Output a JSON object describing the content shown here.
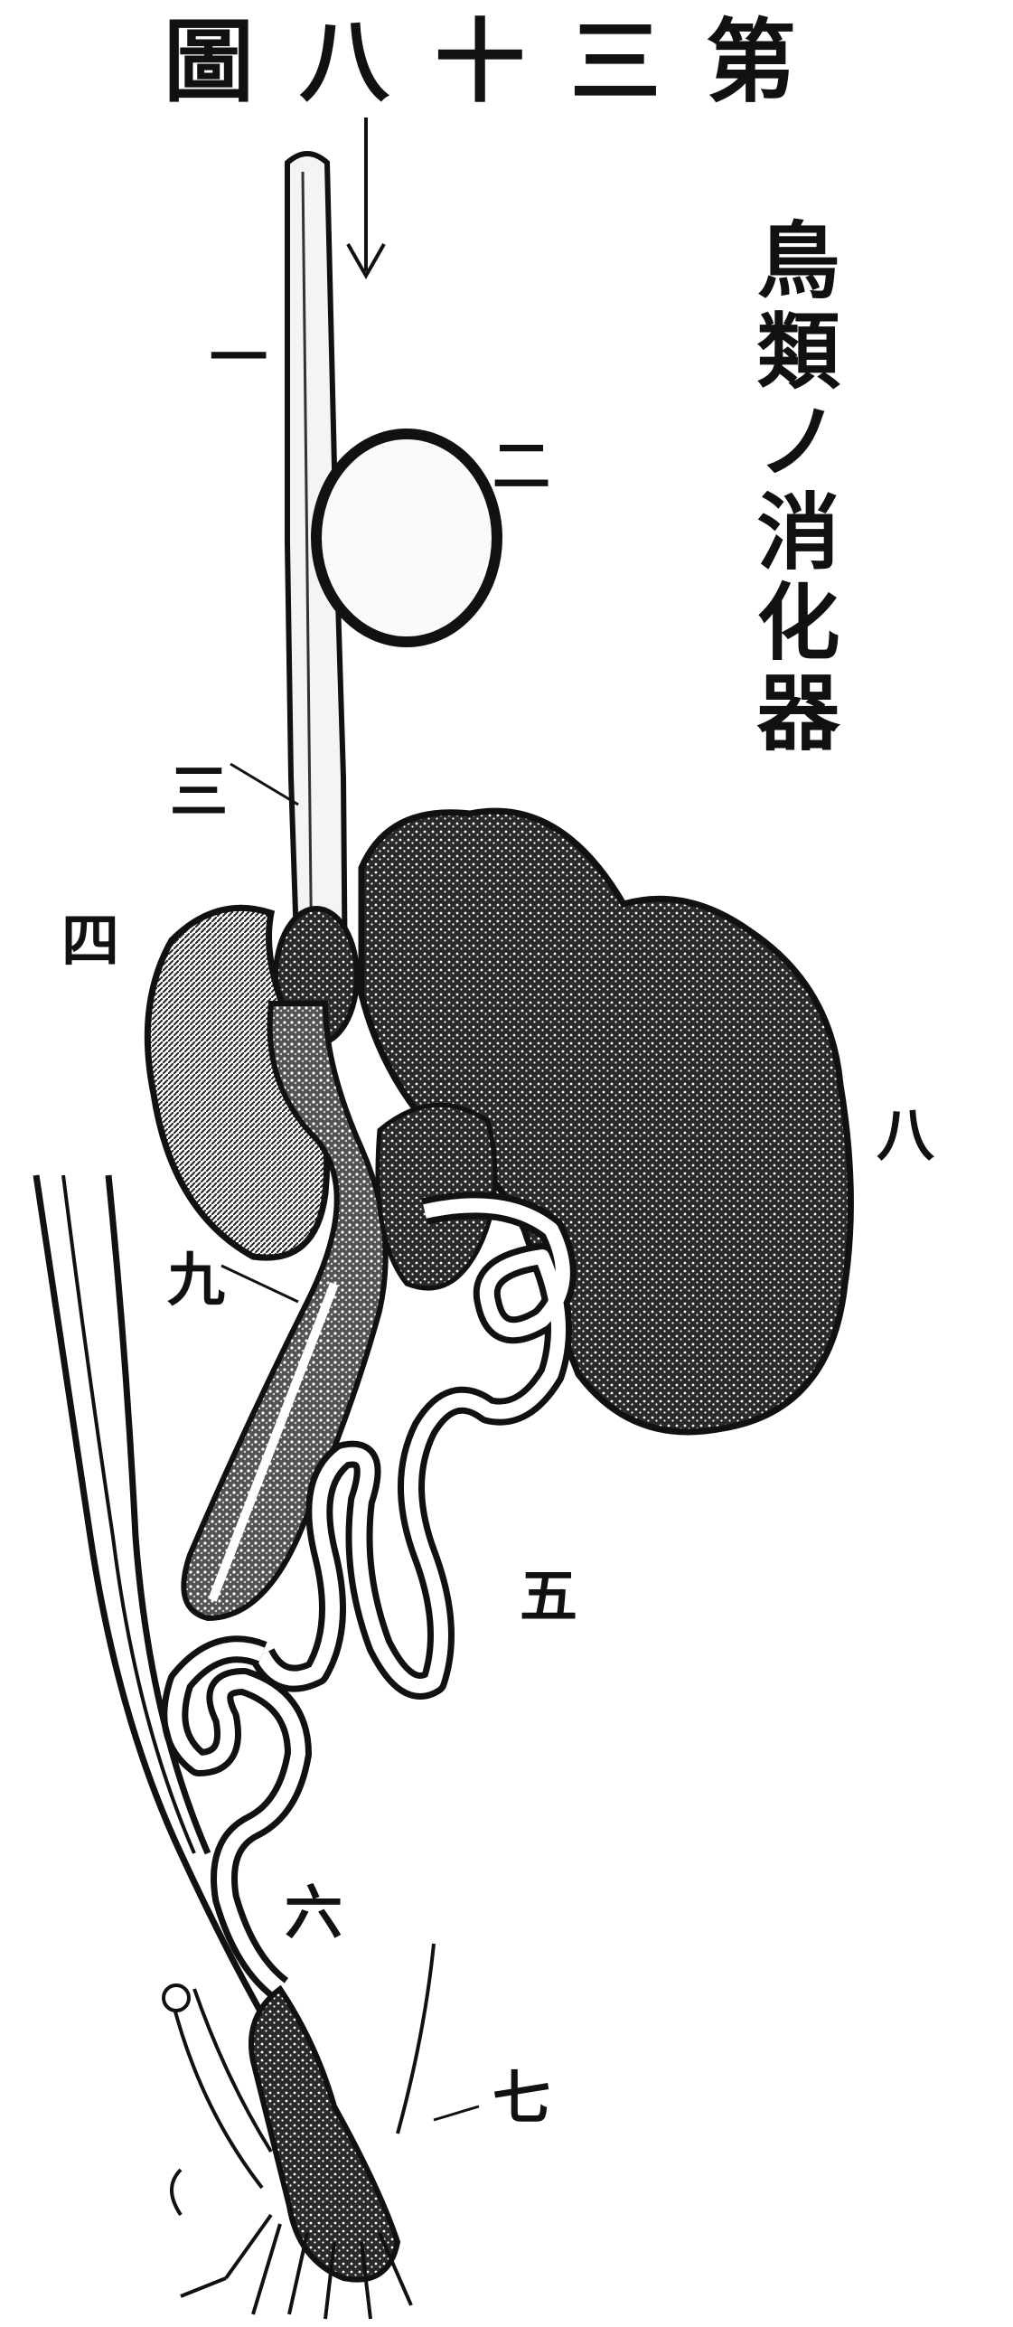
{
  "figure": {
    "title": "第三十八圖",
    "caption": "鳥類ノ消化器",
    "labels": {
      "l1": "一",
      "l2": "二",
      "l3": "三",
      "l4": "四",
      "l5": "五",
      "l6": "六",
      "l7": "七",
      "l8": "八",
      "l9": "九"
    }
  },
  "colors": {
    "ink": "#111111",
    "paper": "#ffffff"
  }
}
